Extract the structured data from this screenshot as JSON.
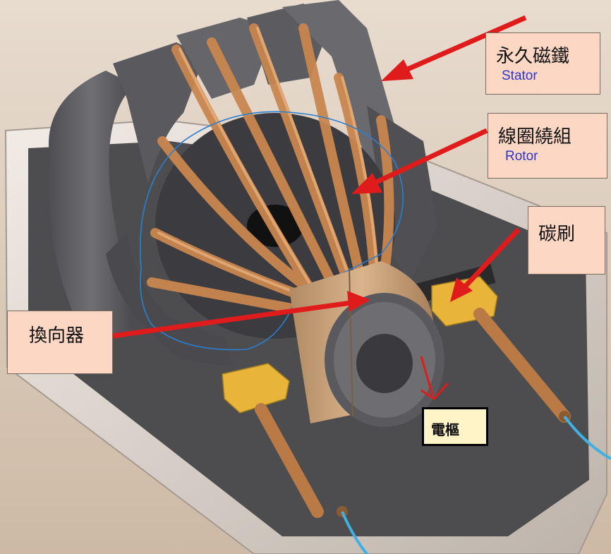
{
  "labels": {
    "magnet": {
      "zh": "永久磁鐵",
      "en": "Stator"
    },
    "winding": {
      "zh": "線圈繞組",
      "en": "Rotor"
    },
    "brush": {
      "zh": "碳刷"
    },
    "commutator": {
      "zh": "換向器"
    },
    "electrode": {
      "zh": "電樞"
    }
  },
  "colors": {
    "label_bg": "#fbd7c4",
    "arrow": "#e01b1b",
    "en_text": "#2e35c9",
    "electrode_bg": "#fff4c8",
    "copper": "#c9864f",
    "magnet_gray": "#5f5f62",
    "brush_yellow": "#e8b53a",
    "wire_blue": "#3fb0e0",
    "outline_blue": "#2a7fd0"
  }
}
